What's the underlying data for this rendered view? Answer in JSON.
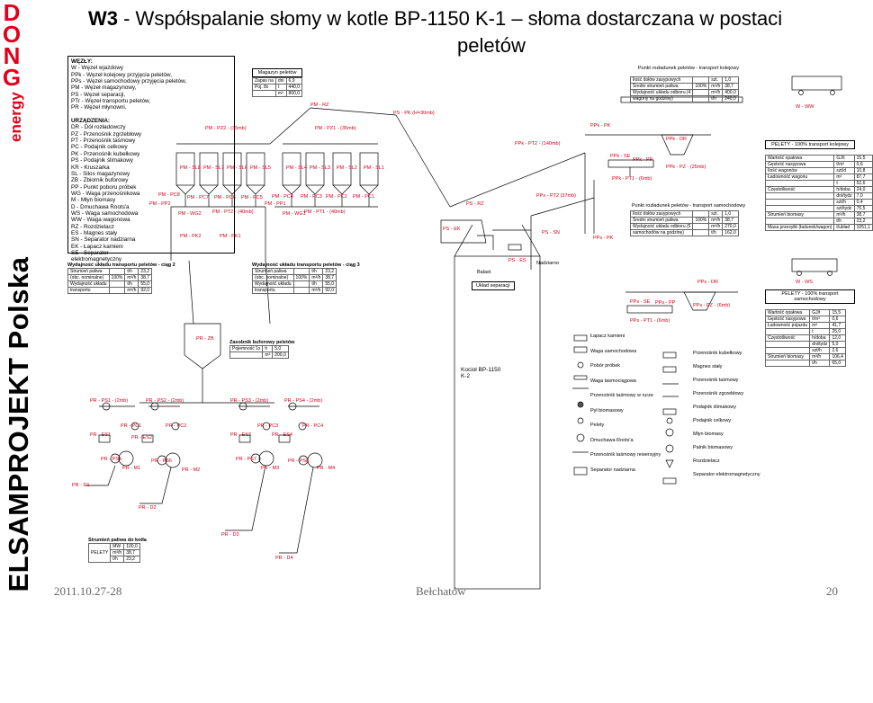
{
  "logo": {
    "letters": [
      "D",
      "O",
      "N",
      "G"
    ],
    "word": "energy"
  },
  "side_label": "ELSAMPROJEKT Polska",
  "title": {
    "prefix": "W3",
    "line1": " - Współspalanie słomy w kotle BP-1150 K-1 – słoma dostarczana w postaci",
    "line2": "peletów"
  },
  "legend": {
    "nodes_header": "WĘZŁY:",
    "nodes": "W - Węzeł wjazdowy\nPPk - Węzeł kolejowy przyjęcia peletów,\nPPs - Węzeł samochodowy przyjęcia peletów,\nPM - Węzeł magazynowy,\nPS - Węzeł separacji,\nPTr - Węzeł transportu peletów,\nPR - Węzeł młynowni,",
    "devices_header": "URZĄDZENIA:",
    "devices": "DR - Dół rozładowczy\nPZ - Przenośnik zgrzebłowy\nPT - Przenośnik taśmowy\nPC - Podajnik celkowy\nPK - Przenośnik kubełkowy\nPS - Podajnik ślimakowy\nKR - Kruszarka\nSL - Silos magazynowy\nZB - Zbiornik buforowy\nPP - Punkt poboru próbek\nWG - Waga przenośnikowa\nM - Młyn biomasy\nD - Dmuchawa Roots'a\nWS - Waga samochodowa\nWW - Waga wagonowa\nRZ - Rozdzielacz\nES - Magnes stały\nSN - Separator nadziarna\nEK - Łapacz kamieni\nSE - Separator\n elektromagnetyczny"
  },
  "magazyn": {
    "title": "Magazyn peletów",
    "rows": [
      [
        "Zapas na",
        "dni",
        "6,9"
      ],
      [
        "Poj. 8x",
        "t",
        "440,0"
      ],
      [
        "",
        "m³",
        "800,0"
      ]
    ]
  },
  "wydajnosc_ciag2": {
    "title": "Wydajność układu transportu peletów - ciąg 2",
    "rows": [
      [
        "Strumień paliwa",
        "t/h",
        "23,2"
      ],
      [
        "(obc. nominalne)",
        "100%",
        "m³/h",
        "38,7"
      ],
      [
        "Wydajność układu",
        "t/h",
        "55,0"
      ],
      [
        "transportu",
        "m³/h",
        "92,0"
      ]
    ]
  },
  "wydajnosc_ciag3": {
    "title": "Wydajność układu transportu peletów - ciąg 3",
    "rows": [
      [
        "Strumień paliwa",
        "t/h",
        "23,2"
      ],
      [
        "(obc. nominalne)",
        "100%",
        "m³/h",
        "38,7"
      ],
      [
        "Wydajność układu",
        "t/h",
        "55,0"
      ],
      [
        "transportu",
        "m³/h",
        "92,0"
      ]
    ]
  },
  "zasobnik": {
    "title": "Zasobnik buforowy peletów",
    "rows": [
      [
        "Pojemność 1x",
        "h",
        "5,0"
      ],
      [
        "",
        "m³",
        "200,0"
      ]
    ]
  },
  "strumien_kotla": {
    "title": "Strumień paliwa do kotła",
    "label": "PELETY",
    "rows": [
      [
        "MW",
        "100,0"
      ],
      [
        "m³/h",
        "38,7"
      ],
      [
        "t/h",
        "23,2"
      ]
    ]
  },
  "kolej": {
    "title": "Punkt rozładunek peletów - transport kolejowy",
    "rows": [
      [
        "Ilość dołów zasypowych",
        "szt.",
        "1,0"
      ],
      [
        "Średni strumień paliwa",
        "100%",
        "m³/h",
        "38,7"
      ],
      [
        "Wydajność układu odbioru (4",
        "m³/h",
        "400,0"
      ],
      [
        "wagony na godzinę)",
        "t/h",
        "240,0"
      ]
    ]
  },
  "samochod": {
    "title": "Punkt rozładunek peletów - transport samochodowy",
    "rows": [
      [
        "Ilość dołów zasypowych",
        "szt.",
        "1,0"
      ],
      [
        "Średni strumień paliwa",
        "100%",
        "m³/h",
        "38,7"
      ],
      [
        "Wydajność układu odbioru (5",
        "m³/h",
        "270,0"
      ],
      [
        "samochodów na godzinę)",
        "t/h",
        "162,0"
      ]
    ]
  },
  "pelety_kolej": {
    "title": "PELETY - 100% transport  kolejowy",
    "rows": [
      [
        "Wartość opałowa",
        "GJ/t",
        "15,5"
      ],
      [
        "Gęstość nasypowa",
        "t/m³",
        "0,6"
      ],
      [
        "Ilość wagonów",
        "szt/d",
        "10,8"
      ],
      [
        "Ładowność wagonu",
        "m³",
        "87,7"
      ],
      [
        "",
        "t",
        "52,6"
      ],
      [
        "Częstotliwość",
        "h/doba",
        "24,0"
      ],
      [
        "",
        "dni/tydz",
        "7,0"
      ],
      [
        "",
        "szt/h",
        "0,4"
      ],
      [
        "",
        "szt/tydz",
        "75,5"
      ],
      [
        "Strumień biomasy",
        "m³/h",
        "38,7"
      ],
      [
        "",
        "t/h",
        "23,2"
      ],
      [
        "Masa przesyłki (ładunek/wagon)",
        "t/układ",
        "1051,1"
      ]
    ]
  },
  "pelety_auto": {
    "title": "PELETY - 100% transport samochodowy",
    "rows": [
      [
        "Wartość opałowa",
        "GJ/t",
        "15,5"
      ],
      [
        "Gęstość nasypowa",
        "t/m³",
        "0,6"
      ],
      [
        "Ładowność pojazdu",
        "m³",
        "41,7"
      ],
      [
        "",
        "t",
        "25,0"
      ],
      [
        "Częstotliwość",
        "h/doba",
        "12,0"
      ],
      [
        "",
        "dni/tydz",
        "5,0"
      ],
      [
        "",
        "szt/h",
        "2,6"
      ],
      [
        "Strumień biomasy",
        "m³/h",
        "106,4"
      ],
      [
        "",
        "t/h",
        "65,0"
      ]
    ]
  },
  "symbols_left": [
    "Łapacz kamieni",
    "Waga samochodowa",
    "Pobór próbek",
    "Waga tasmociągowa",
    "Przenośnik taśmowy w rurze",
    "Pył biomasowy",
    "Pelety",
    "Dmuchawa Roots'a",
    "Przenośnik taśmowy rewersyjny",
    "Separator nadziarna"
  ],
  "symbols_right": [
    "Przenośnik kubełkowy",
    "Magnes stały",
    "Przenośnik taśmowy",
    "Przenośnik zgrzebłowy",
    "Podajnik ślimakowy",
    "Podajnik celkowy",
    "Młyn biomasy",
    "Palnik biomasowy",
    "Rozdzielacz",
    "Separator elektromagnetyczny"
  ],
  "labels": {
    "silos": [
      "PM - SL8",
      "PM - SL7",
      "PM - SL6",
      "PM - SL5",
      "PM - SL4",
      "PM - SL3",
      "PM - SL2",
      "PM - SL1"
    ],
    "pz2": "PM - PZ2 - (35mb)",
    "pz1": "PM - PZ1 - (35mb)",
    "rz": "PM - RZ",
    "pt2": "PM - PT2 - (40mb)",
    "pt1": "PM - PT1 - (40mb)",
    "wg2": "PM - WG2",
    "wg1": "PM - WG1",
    "pk2": "PM - PK2",
    "pk1": "PM - PK1",
    "pc8": "PM - PC8",
    "pc7": "PM - PC7",
    "pc6": "PM - PC6",
    "pc5": "PM - PC5",
    "pc4": "PM - PC4",
    "pc3": "PM - PC3",
    "pc2": "PM - PC2",
    "pc1": "PM - PC1",
    "pp2": "PM - PP2",
    "pp1": "PM - PP1",
    "ps_pk": "PS - PK (H=30mb)",
    "ps_rz": "PS - RZ",
    "ps_ek": "PS - EK",
    "ps_sn": "PS - SN",
    "ps_es": "PS - ES",
    "ptr_pt2": "PPk - PT2 - (140mb)",
    "pps_pt2": "PPs - PT2 (37mb)",
    "ppk_pk": "PPk - PK",
    "ppk_dr": "PPk - DR",
    "ppk_pz": "PPk - PZ - (25mb)",
    "ppk_se": "PPk - SE",
    "ppk_pp": "PPk - PP",
    "ppk_pt1": "PPk - PT1 - (6mb)",
    "pps_pk": "PPs - PK",
    "pps_dr": "PPs - DR",
    "pps_pz": "PPs - PZ - (6mb)",
    "pps_se": "PPs - SE",
    "pps_pp": "PPs - PP",
    "pps_pt1": "PPs - PT1 - (6mb)",
    "w_ww": "W - WW",
    "w_ws": "W - WS",
    "balast": "Balast",
    "nadziarno": "Nadziarno",
    "uklad_sep": "Układ separacji",
    "kociol": "Kocioł BP-1150\nK-2",
    "pr_zb": "PR - ZB",
    "pr_ps1": "PR - PS1 - (2mb)",
    "pr_ps2": "PR - PS2 - (2mb)",
    "pr_ps3": "PR - PS3 - (2mb)",
    "pr_ps4": "PR - PS4 - (2mb)",
    "pr_pc1": "PR - PC1",
    "pr_pc2": "PR - PC2",
    "pr_pc3": "PR - PC3",
    "pr_pc4": "PR - PC4",
    "pr_es1": "PR - ES1",
    "pr_es2": "PR - ES2",
    "pr_es3": "PR - ES3",
    "pr_es4": "PR - ES4",
    "pr_ps5": "PR - PS5",
    "pr_ps6": "PR - PS6",
    "pr_ps7": "PR - PS7",
    "pr_ps8": "PR - PS8",
    "pr_m1": "PR - M1",
    "pr_m2": "PR - M2",
    "pr_m3": "PR - M3",
    "pr_m4": "PR - M4",
    "pr_d1": "PR - D1",
    "pr_d2": "PR - D2",
    "pr_d3": "PR - D3",
    "pr_d4": "PR - D4"
  },
  "footer": {
    "date": "2011.10.27-28",
    "city": "Bełchatów",
    "page": "20"
  }
}
